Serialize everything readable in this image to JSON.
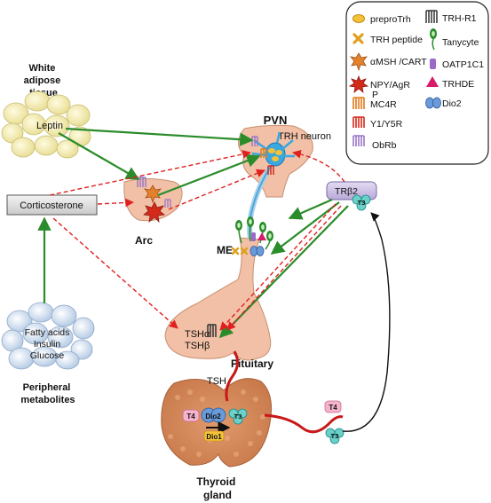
{
  "labels": {
    "white_adipose": [
      "White",
      "adipose",
      "tissue"
    ],
    "leptin": "Leptin",
    "corticosterone": "Corticosterone",
    "arc": "Arc",
    "pvn": "PVN",
    "trh_neuron": "TRH neuron",
    "me": "ME",
    "trb2": "TRβ2",
    "t3": "T3",
    "t4": "T4",
    "tsha": "TSHα",
    "tshb": "TSHβ",
    "pituitary": "Pituitary",
    "tsh": "TSH",
    "fatty_acids": "Fatty acids",
    "insulin": "Insulin",
    "glucose": "Glucose",
    "peripheral": [
      "Peripheral",
      "metabolites"
    ],
    "thyroid": [
      "Thyroid",
      "gland"
    ],
    "dio2": "Dio2",
    "dio1": "Dio1"
  },
  "legend": {
    "left": [
      {
        "icon": "preprotrh-icon",
        "label": "preproTrh"
      },
      {
        "icon": "trh-peptide-icon",
        "label": "TRH peptide"
      },
      {
        "icon": "amsh-cart-icon",
        "label": "αMSH /CART"
      },
      {
        "icon": "npy-agrp-icon",
        "label": "NPY/AgR"
      },
      {
        "icon": "mc4r-icon",
        "label": "MC4R"
      },
      {
        "icon": "y1-y5r-icon",
        "label": "Y1/Y5R"
      },
      {
        "icon": "obrb-icon",
        "label": "ObRb"
      }
    ],
    "npy_suffix": "P",
    "right": [
      {
        "icon": "trh-r1-icon",
        "label": "TRH-R1"
      },
      {
        "icon": "tanycyte-icon",
        "label": "Tanycyte"
      },
      {
        "icon": "oatp1c1-icon",
        "label": "OATP1C1"
      },
      {
        "icon": "trhde-icon",
        "label": "TRHDE"
      },
      {
        "icon": "dio2-icon",
        "label": "Dio2"
      }
    ]
  },
  "colors": {
    "stimulatory": "#2a8c2a",
    "inhibitory": "#e02020",
    "feedback": "#111111",
    "tissue": "#f2c0a6",
    "thyroid_fill": "#d5875a",
    "tsh_line": "#c81818"
  }
}
